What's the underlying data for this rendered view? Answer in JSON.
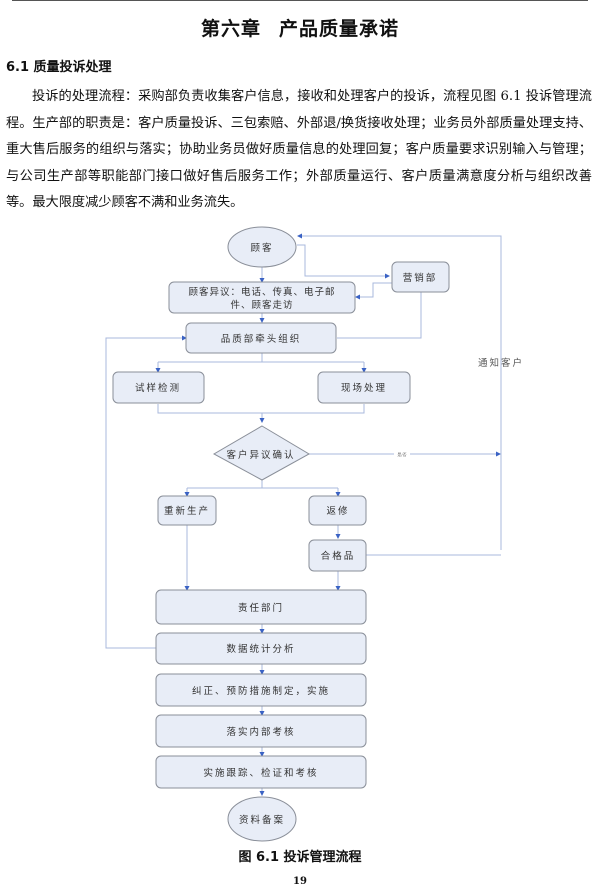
{
  "document": {
    "chapter_title_part1": "第六章",
    "chapter_title_part2": "产品质量承诺",
    "section_title": "6.1 质量投诉处理",
    "paragraph": "投诉的处理流程：采购部负责收集客户信息，接收和处理客户的投诉，流程见图 6.1 投诉管理流程。生产部的职责是：客户质量投诉、三包索赔、外部退/换货接收处理；业务员外部质量处理支持、重大售后服务的组织与落实；协助业务员做好质量信息的处理回复；客户质量要求识别输入与管理；与公司生产部等职能部门接口做好售后服务工作；外部质量运行、客户质量满意度分析与组织改善等。最大限度减少顾客不满和业务流失。",
    "figure_caption": "图 6.1 投诉管理流程",
    "page_number": "19"
  },
  "flowchart": {
    "colors": {
      "node_fill": "#e8edf7",
      "node_stroke": "#8a8f99",
      "line": "#a9b8dc",
      "arrow": "#3a62c4"
    },
    "nodes": {
      "customer": "顾客",
      "sales": "营销部",
      "complaint_line1": "顾客异议：电话、传真、电子邮",
      "complaint_line2": "件、顾客走访",
      "quality_dept": "品质部牵头组织",
      "sample_test": "试样检测",
      "onsite": "现场处理",
      "confirm": "客户异议确认",
      "reproduce": "重新生产",
      "repair": "返修",
      "qualified": "合格品",
      "responsible": "责任部门",
      "stats": "数据统计分析",
      "corrective": "纠正、预防措施制定，实施",
      "internal_review": "落实内部考核",
      "tracking": "实施跟踪、检证和考核",
      "archive": "资料备案"
    },
    "labels": {
      "notify_customer": "通知客户",
      "yes_no": "是/否"
    }
  }
}
